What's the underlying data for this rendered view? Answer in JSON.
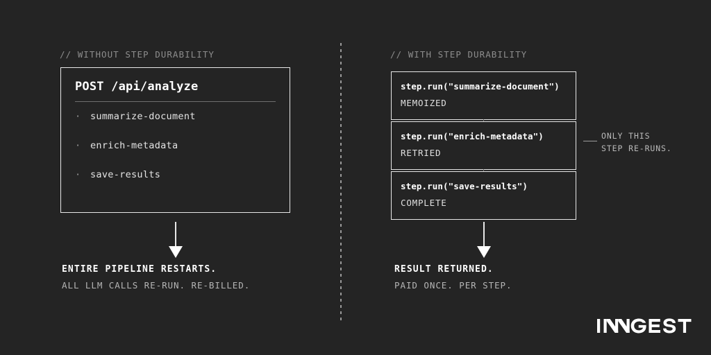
{
  "theme": {
    "background": "#242424",
    "border": "#e8e8e8",
    "text_primary": "#ffffff",
    "text_secondary": "#b5b5b5",
    "text_muted": "#8d8d8d"
  },
  "left_panel": {
    "comment": "// WITHOUT STEP DURABILITY",
    "endpoint": "POST /api/analyze",
    "bullet_glyph": "·",
    "steps": [
      "summarize-document",
      "enrich-metadata",
      "save-results"
    ],
    "outcome": {
      "headline": "ENTIRE PIPELINE RESTARTS.",
      "detail": "ALL LLM CALLS RE-RUN. RE-BILLED."
    }
  },
  "right_panel": {
    "comment": "// WITH STEP DURABILITY",
    "steps": [
      {
        "call": "step.run(\"summarize-document\")",
        "status": "MEMOIZED"
      },
      {
        "call": "step.run(\"enrich-metadata\")",
        "status": "RETRIED"
      },
      {
        "call": "step.run(\"save-results\")",
        "status": "COMPLETE"
      }
    ],
    "annotation": {
      "line1": "ONLY THIS",
      "line2": "STEP RE-RUNS."
    },
    "outcome": {
      "headline": "RESULT RETURNED.",
      "detail": "PAID ONCE. PER STEP."
    }
  },
  "logo": {
    "wordmark": "INNGEST"
  }
}
